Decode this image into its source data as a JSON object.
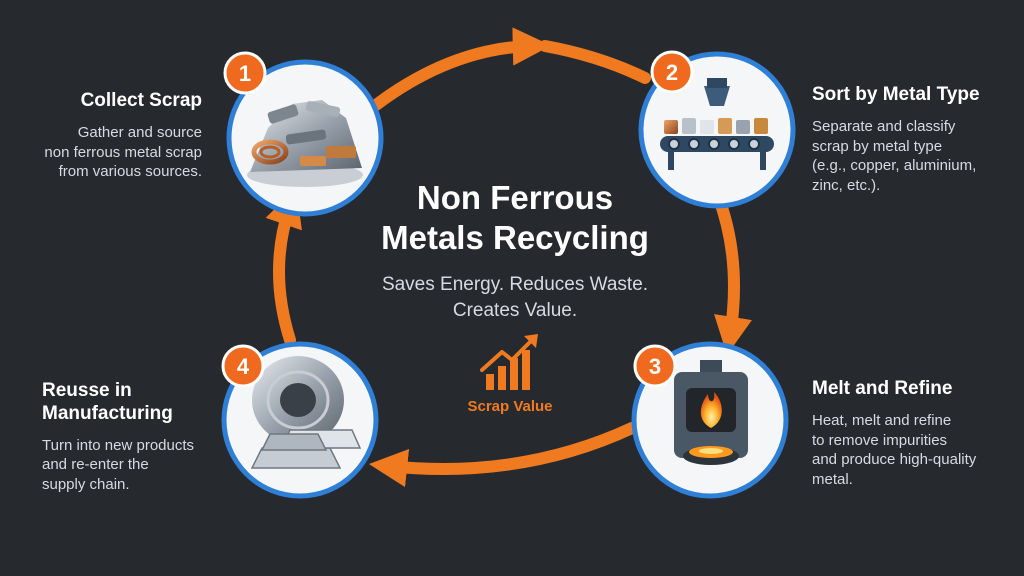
{
  "title": "Non Ferrous Metals Recycling",
  "title_lines": [
    "Non Ferrous",
    "Metals Recycling"
  ],
  "tagline_lines": [
    "Saves Energy. Reduces Waste.",
    "Creates Value."
  ],
  "value_indicator": {
    "label": "Scrap Value",
    "icon": "rising-bar-chart-icon"
  },
  "colors": {
    "background": "#262a2f",
    "accent": "#f07a20",
    "ring": "#2f7fd6",
    "badge": "#ef6a1e",
    "text": "#ffffff"
  },
  "steps": [
    {
      "number": "1",
      "title": "Collect Scrap",
      "desc": [
        "Gather and source",
        "non ferrous metal scrap",
        "from various sources."
      ],
      "icon": "scrap-pile-icon"
    },
    {
      "number": "2",
      "title": "Sort by Metal Type",
      "desc": [
        "Separate and classify",
        "scrap by metal type",
        "(e.g., copper, aluminium,",
        "zinc, etc.)."
      ],
      "icon": "conveyor-belt-icon"
    },
    {
      "number": "3",
      "title": "Melt and Refine",
      "desc": [
        "Heat, melt and refine",
        "to remove impurities",
        "and produce high-quality",
        "metal."
      ],
      "icon": "furnace-icon"
    },
    {
      "number": "4",
      "title_lines": [
        "Reusse in",
        "Manufacturing"
      ],
      "desc": [
        "Turn into new products",
        "and re-enter the",
        "supply chain."
      ],
      "icon": "metal-coil-ingot-icon"
    }
  ]
}
